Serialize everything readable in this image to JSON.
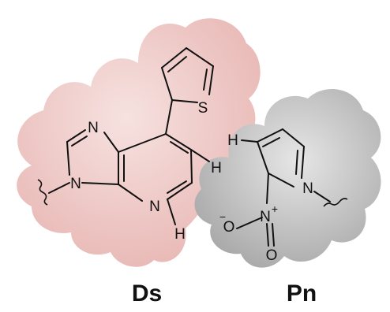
{
  "colors": {
    "ds_surface": "#e8b7b4",
    "ds_surface_light": "#f6e2e0",
    "pn_surface": "#a9a9a9",
    "pn_surface_light": "#e6e6e6",
    "bond": "#111111"
  },
  "molecules": [
    {
      "label": "Ds",
      "atoms": {
        "imidazole_n_top": "N",
        "imidazole_n_left": "N",
        "pyridine_n": "N",
        "thiophene_s": "S",
        "h_right": "H",
        "h_bottom": "H"
      }
    },
    {
      "label": "Pn",
      "atoms": {
        "h_left": "H",
        "ring_n": "N",
        "nitro_n": "N",
        "nitro_plus": "+",
        "nitro_o_left": "O",
        "nitro_o_minus": "−",
        "nitro_o_bottom": "O"
      }
    }
  ]
}
